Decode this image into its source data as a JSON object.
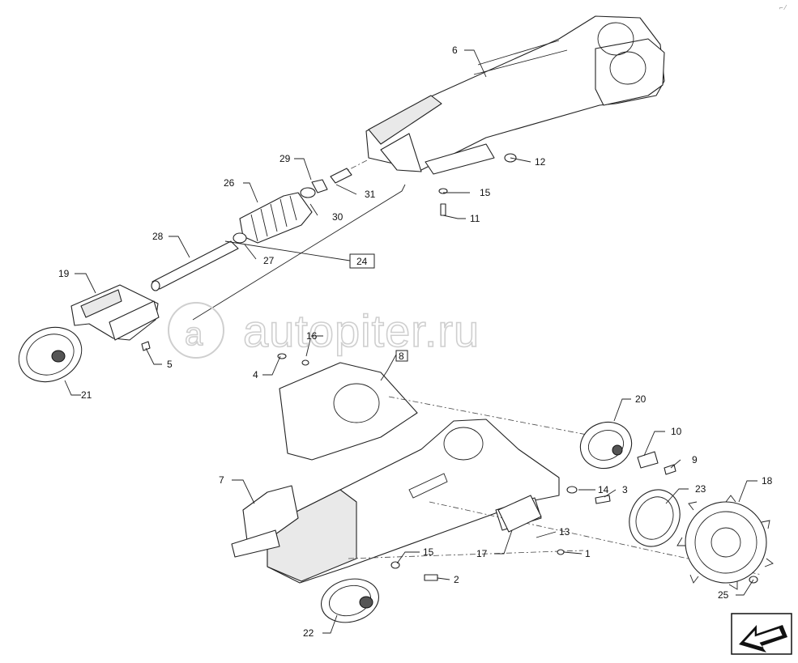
{
  "watermark": {
    "text": "autopiter.ru"
  },
  "callouts": {
    "c1": "1",
    "c2": "2",
    "c3": "3",
    "c4": "4",
    "c5": "5",
    "c6": "6",
    "c7": "7",
    "c8": "8",
    "c9": "9",
    "c10": "10",
    "c11": "11",
    "c12": "12",
    "c13": "13",
    "c14": "14",
    "c15a": "15",
    "c15b": "15",
    "c16": "16",
    "c17": "17",
    "c18": "18",
    "c19": "19",
    "c20": "20",
    "c21": "21",
    "c22": "22",
    "c23": "23",
    "c24": "24",
    "c25": "25",
    "c26": "26",
    "c27": "27",
    "c28": "28",
    "c29": "29",
    "c30": "30",
    "c31": "31"
  },
  "nav": {
    "icon": "arrow-left-icon"
  }
}
